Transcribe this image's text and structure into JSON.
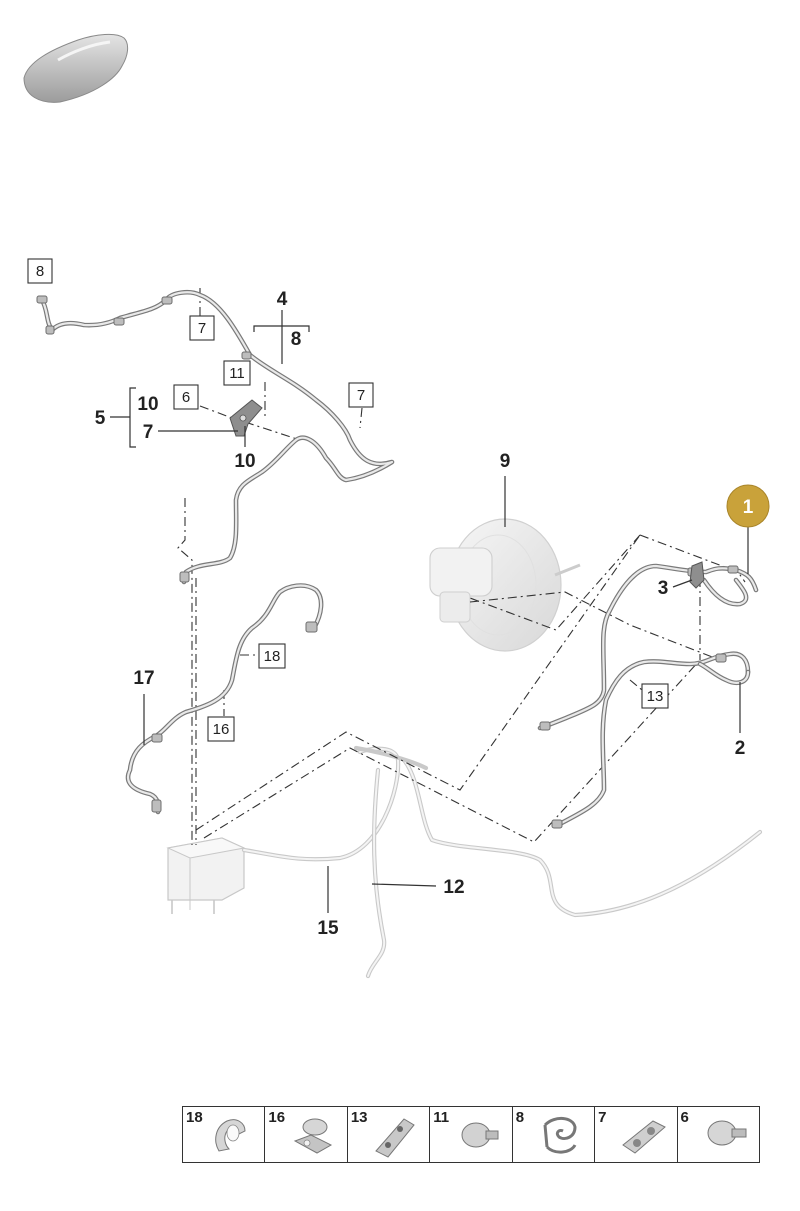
{
  "callouts": {
    "c1": "1",
    "c2": "2",
    "c3": "3",
    "c4": "4",
    "c5": "5",
    "c4_8": "8",
    "c5_10": "10",
    "c5_7": "7",
    "c10": "10",
    "c9": "9",
    "c12": "12",
    "c15": "15",
    "c17": "17"
  },
  "boxed_refs": {
    "b8": "8",
    "b7a": "7",
    "b11": "11",
    "b6": "6",
    "b7b": "7",
    "b18": "18",
    "b16": "16",
    "b13": "13"
  },
  "legend": [
    {
      "num": "18",
      "icon": "clip-icon"
    },
    {
      "num": "16",
      "icon": "double-clip-icon"
    },
    {
      "num": "13",
      "icon": "bracket-plate-icon"
    },
    {
      "num": "11",
      "icon": "bolt-icon"
    },
    {
      "num": "8",
      "icon": "spring-clip-icon"
    },
    {
      "num": "7",
      "icon": "pipe-holder-icon"
    },
    {
      "num": "6",
      "icon": "screw-icon"
    }
  ],
  "colors": {
    "highlight": "#c9a23a",
    "highlight_text": "#ffffff",
    "line": "#333333"
  }
}
